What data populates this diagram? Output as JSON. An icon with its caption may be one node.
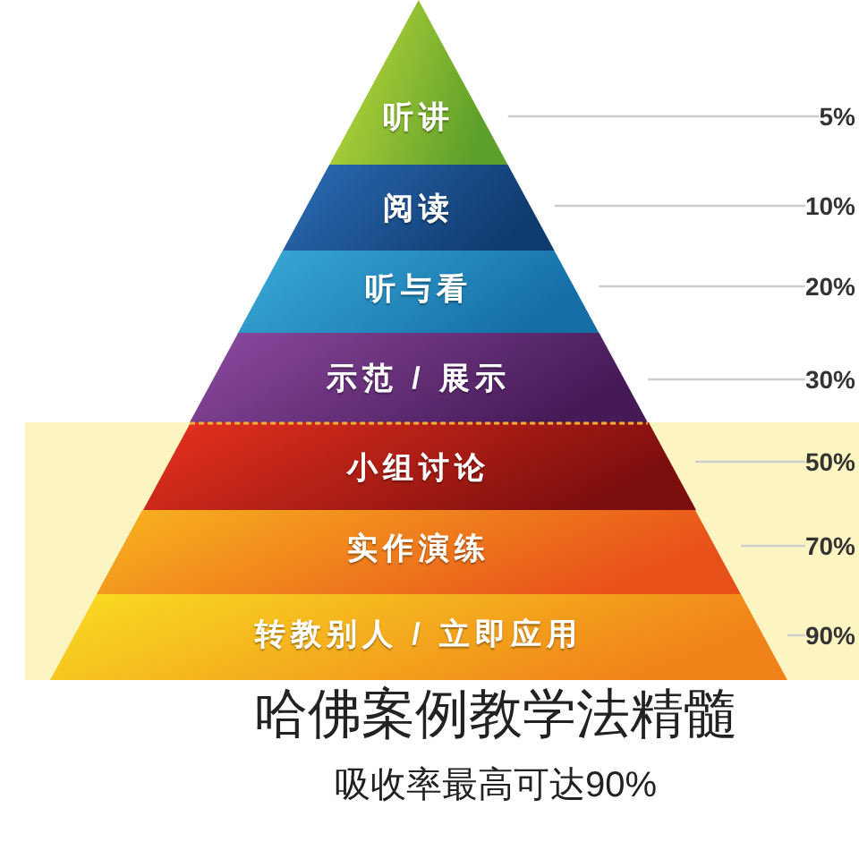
{
  "diagram": {
    "title": "哈佛案例教学法精髓",
    "caption": "吸收率最高可达90%",
    "nodes": [
      {
        "text": [
          "听讲"
        ]
      },
      {
        "text": [
          "5%"
        ]
      },
      {
        "text": [
          "阅读"
        ]
      },
      {
        "text": [
          "10%"
        ]
      },
      {
        "text": [
          "听与看"
        ]
      },
      {
        "text": [
          "20%"
        ]
      },
      {
        "text": [
          "示范 / 展示"
        ]
      },
      {
        "text": [
          "30%"
        ]
      },
      {
        "text": [
          "小组讨论"
        ]
      },
      {
        "text": [
          "50%"
        ]
      },
      {
        "text": [
          "实作演练"
        ]
      },
      {
        "text": [
          "70%"
        ]
      },
      {
        "text": [
          "转教别人 / 立即应用"
        ]
      },
      {
        "text": [
          "90%"
        ]
      }
    ],
    "edges": [
      {
        "from": 0,
        "to": 1,
        "arrow": "none"
      },
      {
        "from": 2,
        "to": 3,
        "arrow": "none"
      },
      {
        "from": 4,
        "to": 5,
        "arrow": "none"
      },
      {
        "from": 6,
        "to": 7,
        "arrow": "none"
      },
      {
        "from": 8,
        "to": 9,
        "arrow": "none"
      },
      {
        "from": 10,
        "to": 11,
        "arrow": "none"
      },
      {
        "from": 12,
        "to": 13,
        "arrow": "none"
      }
    ]
  }
}
